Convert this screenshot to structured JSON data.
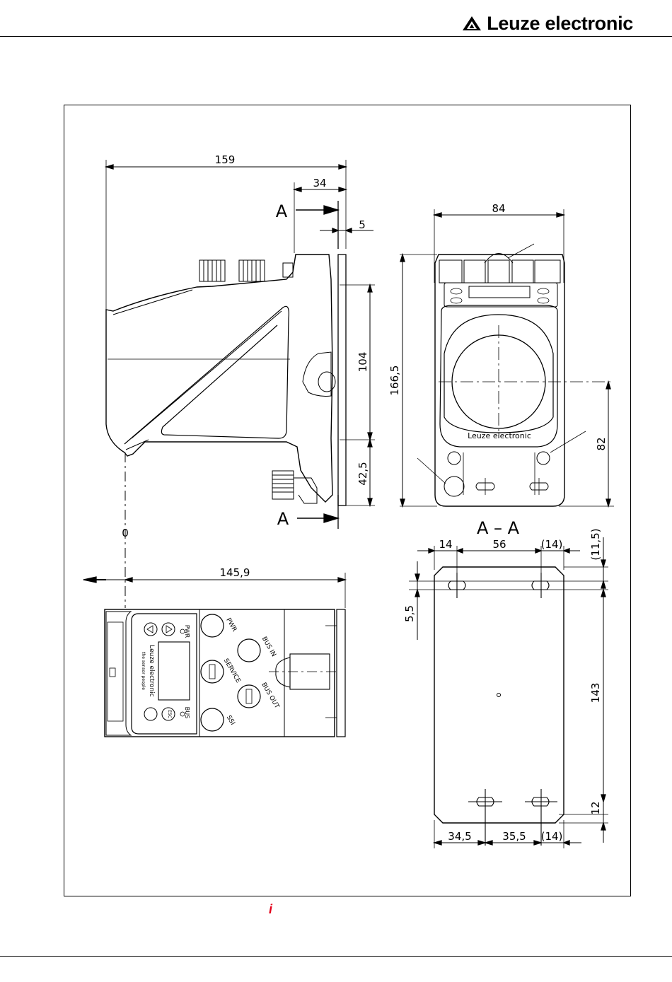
{
  "header": {
    "brand": "Leuze electronic",
    "logo_icon": "leuze-triangle-logo-icon"
  },
  "drawing": {
    "side_view": {
      "dims": {
        "width_total": "159",
        "width_front": "34",
        "plate_thickness": "5",
        "height_104": "104",
        "height_42": "42,5",
        "section_mark": "A",
        "zero": "0",
        "depth": "145,9"
      }
    },
    "front_view": {
      "dims": {
        "width": "84",
        "height": "166,5",
        "height_82": "82"
      },
      "label": "Leuze electronic"
    },
    "section_aa": {
      "title": "A – A",
      "dims": {
        "edge_left": "14",
        "hole_spacing": "56",
        "edge_right": "(14)",
        "top_offset": "(11,5)",
        "slot_height": "5,5",
        "hole_vertical": "143",
        "bottom_offset": "12",
        "bottom_left": "34,5",
        "bottom_mid": "35,5",
        "bottom_right": "(14)"
      }
    },
    "top_view": {
      "labels": {
        "pwr": "PWR",
        "bus": "BUS",
        "pwr_conn": "PWR",
        "bus_in": "BUS IN",
        "service": "SERVICE",
        "bus_out": "BUS OUT",
        "ssi": "SSI",
        "logo": "Leuze electronic",
        "tagline": "the sensor people",
        "esc": "ESC"
      }
    }
  },
  "footer": {
    "info_icon": "info-icon",
    "info_glyph": "i"
  },
  "colors": {
    "accent_red": "#e3001b",
    "line": "#000000"
  }
}
